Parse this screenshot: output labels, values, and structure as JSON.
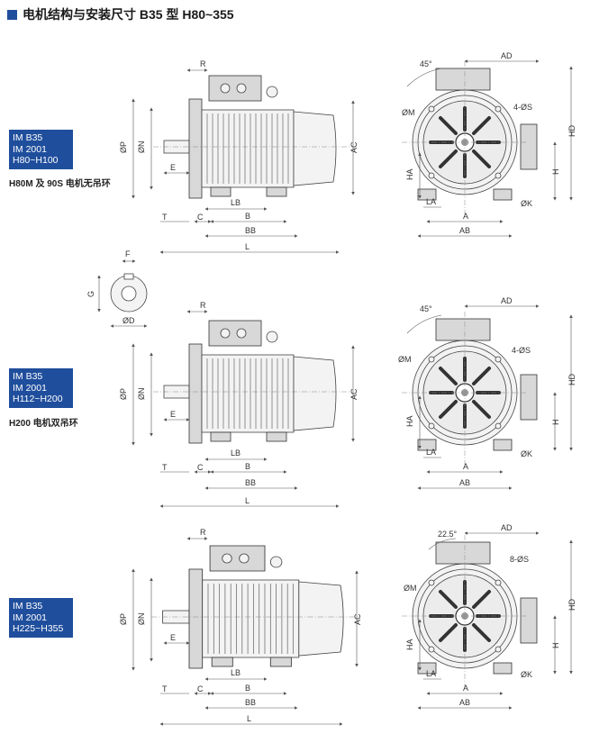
{
  "title": "电机结构与安装尺寸 B35 型 H80~355",
  "sections": [
    {
      "lines": [
        "IM B35",
        "IM 2001",
        "H80~H100"
      ],
      "note": "H80M 及 90S 电机无吊环"
    },
    {
      "lines": [
        "IM B35",
        "IM 2001",
        "H112~H200"
      ],
      "note": "H200 电机双吊环"
    },
    {
      "lines": [
        "IM B35",
        "IM 2001",
        "H225~H355"
      ],
      "note": ""
    }
  ],
  "side_labels": {
    "R": "R",
    "P": "ØP",
    "N": "ØN",
    "E": "E",
    "T": "T",
    "C": "C",
    "LB": "LB",
    "B": "B",
    "BB": "BB",
    "L": "L",
    "AC": "AC"
  },
  "front_labels": {
    "AD": "AD",
    "M": "ØM",
    "HA": "HA",
    "LA": "LA",
    "A": "A",
    "AB": "AB",
    "K": "ØK",
    "H": "H",
    "HD": "HD"
  },
  "front_variants": [
    {
      "angle": "45°",
      "bolts": "4-ØS"
    },
    {
      "angle": "45°",
      "bolts": "4-ØS"
    },
    {
      "angle": "22.5°",
      "bolts": "8-ØS"
    }
  ],
  "shaft_labels": {
    "F": "F",
    "G": "G",
    "D": "ØD"
  }
}
